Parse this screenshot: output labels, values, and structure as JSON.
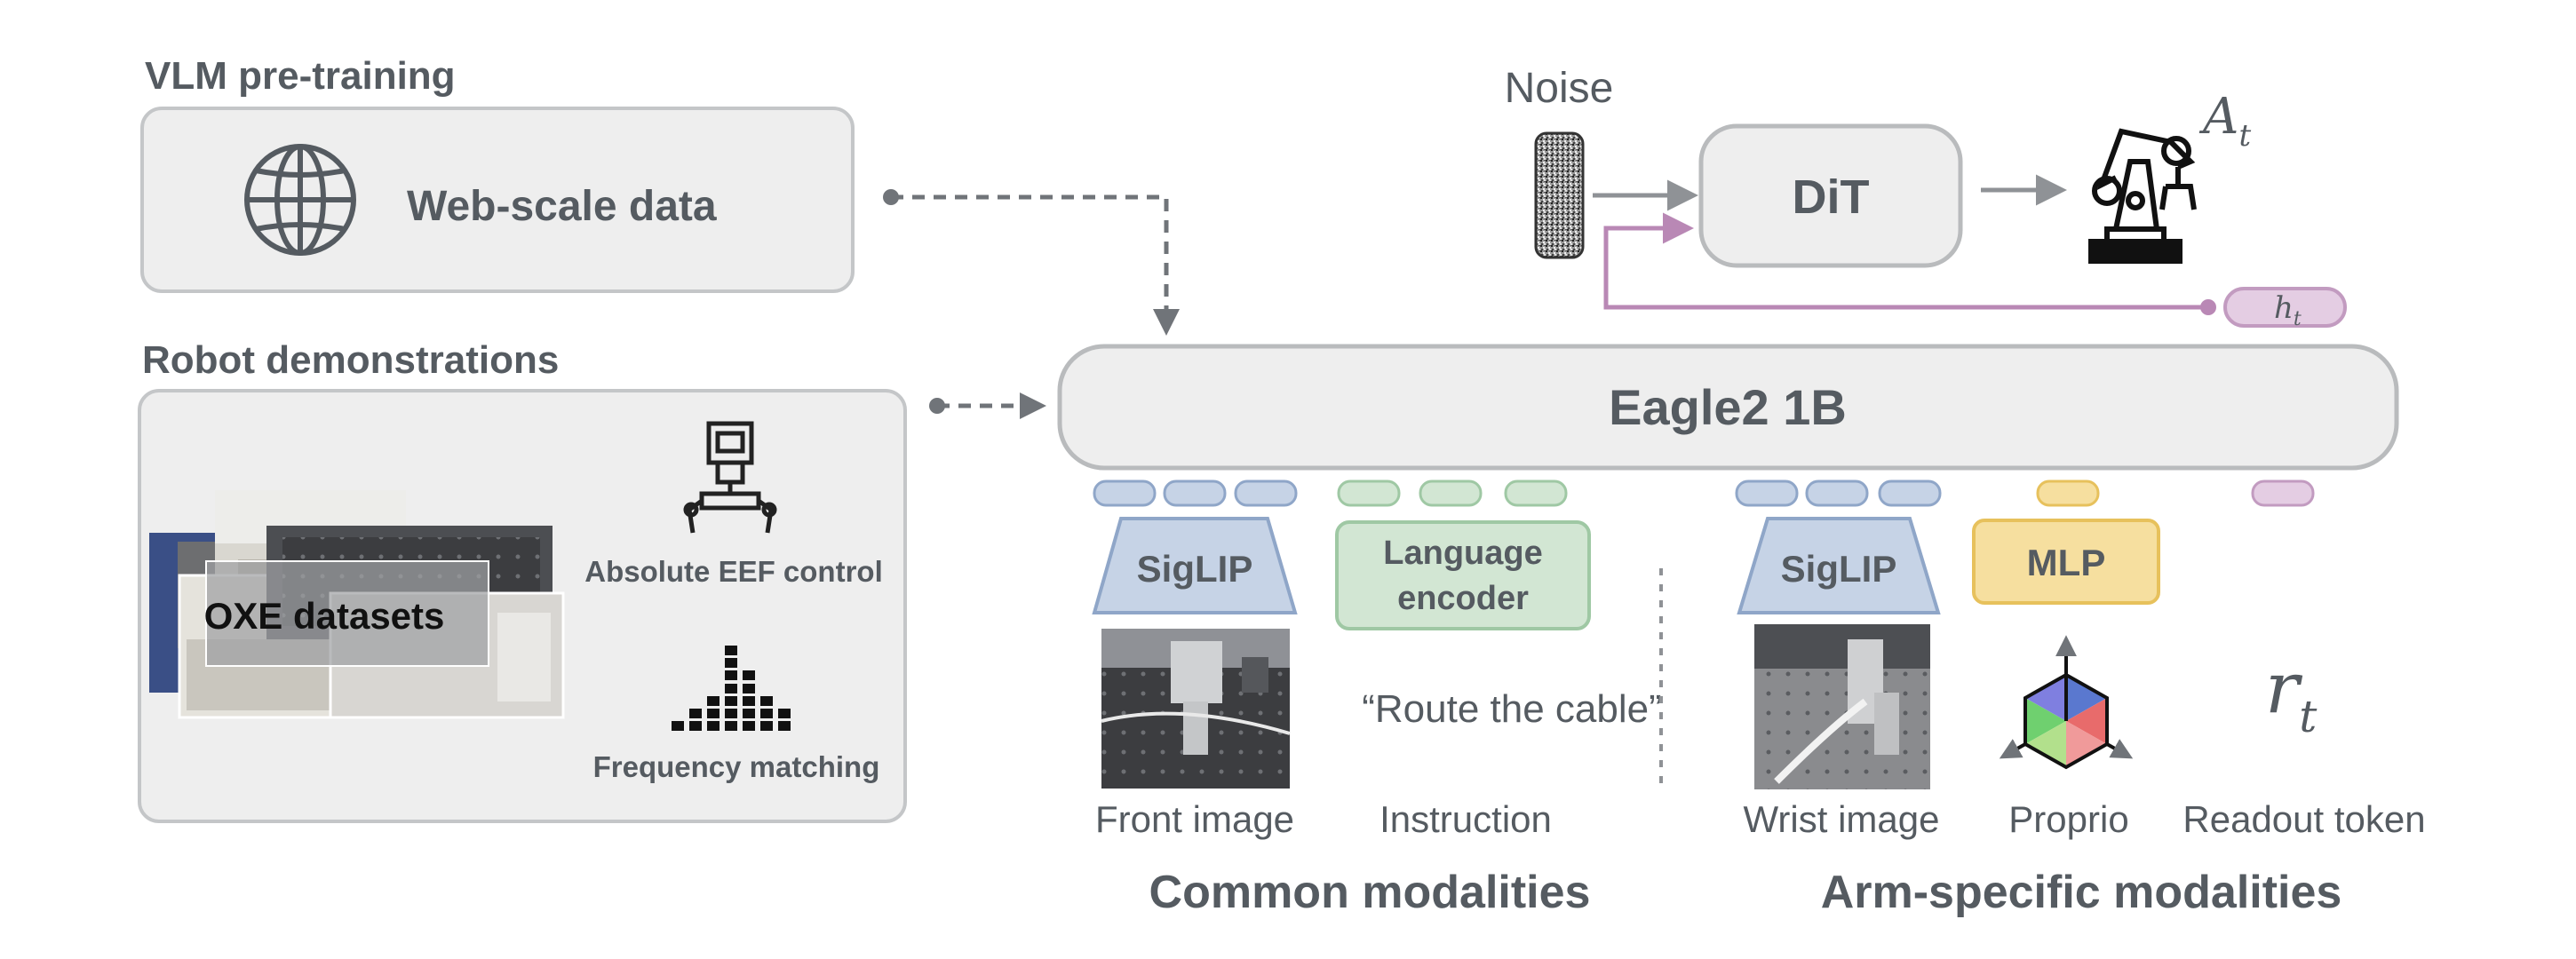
{
  "vlm_pretraining": {
    "title": "VLM pre-training",
    "web_data": "Web-scale data"
  },
  "robot_demos": {
    "title": "Robot demonstrations",
    "dataset_label": "OXE datasets",
    "eef_label": "Absolute EEF control",
    "freq_label": "Frequency matching"
  },
  "top": {
    "noise_label": "Noise",
    "dit_label": "DiT",
    "action_label": "A",
    "action_sub": "t",
    "hidden_label": "h",
    "hidden_sub": "t"
  },
  "backbone": {
    "label": "Eagle2 1B"
  },
  "common": {
    "siglip_label": "SigLIP",
    "lang_encoder_line1": "Language",
    "lang_encoder_line2": "encoder",
    "instruction_text": "“Route the cable”",
    "front_image_caption": "Front image",
    "instruction_caption": "Instruction",
    "group_title": "Common modalities"
  },
  "arm_specific": {
    "siglip_label": "SigLIP",
    "mlp_label": "MLP",
    "readout_symbol": "r",
    "readout_sub": "t",
    "wrist_image_caption": "Wrist image",
    "proprio_caption": "Proprio",
    "readout_caption": "Readout token",
    "group_title": "Arm-specific modalities"
  },
  "colors": {
    "gray_stroke": "#b9bbbd",
    "box_fill": "#eeeeee",
    "text": "#555b61",
    "blue_fill": "#c6d3e6",
    "blue_stroke": "#8fa6c8",
    "green_fill": "#d2e6d3",
    "green_stroke": "#9fc8a4",
    "yellow_fill": "#f6df9f",
    "yellow_stroke": "#e7c15c",
    "purple_fill": "#e4cde3",
    "purple_stroke": "#c29bc0"
  }
}
